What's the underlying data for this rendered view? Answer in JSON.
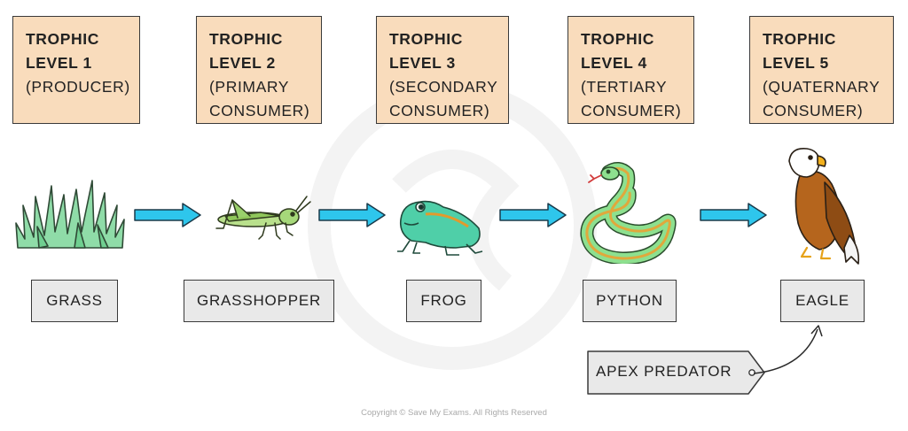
{
  "levels": [
    {
      "line1": "TROPHIC",
      "line2": "LEVEL 1",
      "line3": "(PRODUCER)",
      "line4": ""
    },
    {
      "line1": "TROPHIC",
      "line2": "LEVEL 2",
      "line3": "(PRIMARY",
      "line4": "CONSUMER)"
    },
    {
      "line1": "TROPHIC",
      "line2": "LEVEL 3",
      "line3": "(SECONDARY",
      "line4": "CONSUMER)"
    },
    {
      "line1": "TROPHIC",
      "line2": "LEVEL 4",
      "line3": "(TERTIARY",
      "line4": "CONSUMER)"
    },
    {
      "line1": "TROPHIC",
      "line2": "LEVEL 5",
      "line3": "(QUATERNARY",
      "line4": "CONSUMER)"
    }
  ],
  "organisms": [
    "GRASS",
    "GRASSHOPPER",
    "FROG",
    "PYTHON",
    "EAGLE"
  ],
  "apex_label": "APEX  PREDATOR",
  "copyright": "Copyright © Save My Exams. All Rights Reserved",
  "colors": {
    "level_box_fill": "#f9dcbc",
    "name_box_fill": "#e9e9e9",
    "arrow_fill": "#2ec6ec",
    "grass": "#8fdca8",
    "grasshopper": "#a6d87a",
    "frog": "#4fcfa8",
    "python": "#8de08f",
    "eagle_brown": "#b5651d"
  },
  "icons": [
    "grass-icon",
    "grasshopper-icon",
    "frog-icon",
    "python-icon",
    "eagle-icon",
    "arrow-right-icon"
  ]
}
